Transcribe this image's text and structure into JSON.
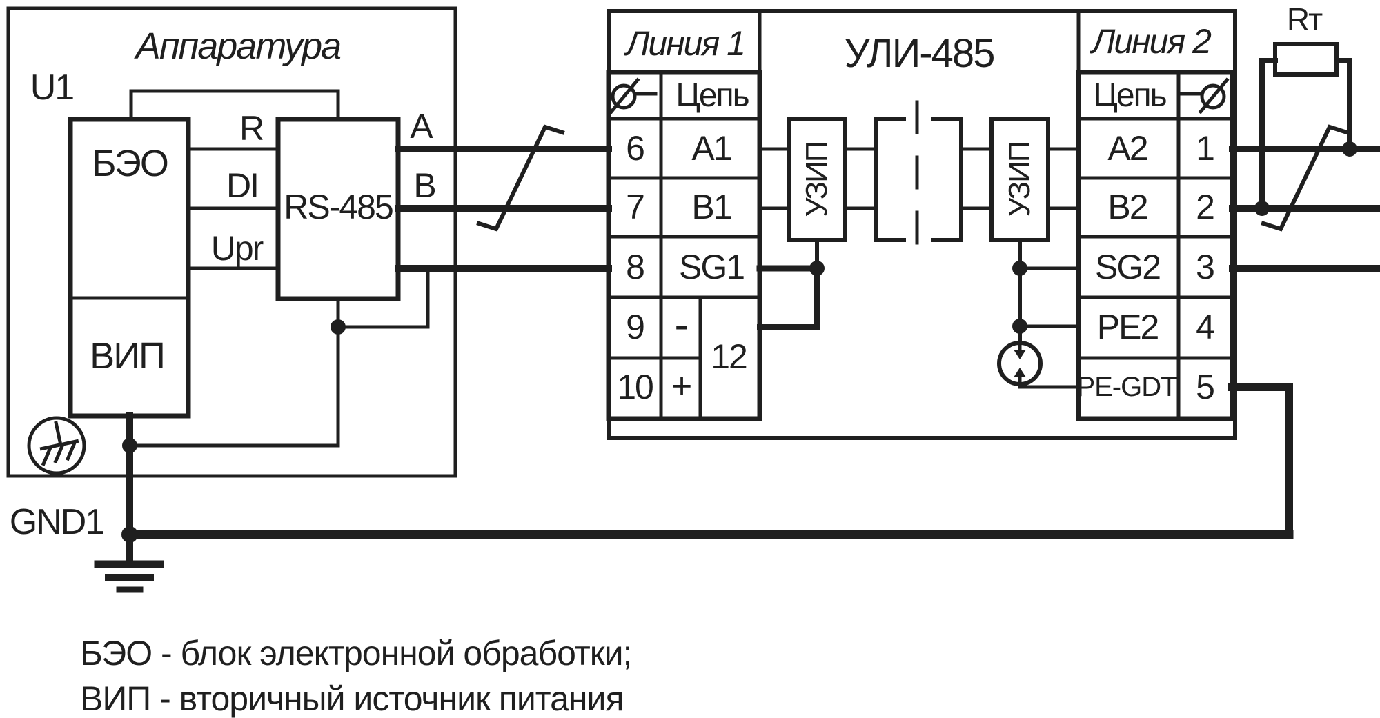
{
  "apparatus": {
    "title": "Аппаратура",
    "designator": "U1",
    "blocks": {
      "beo": "БЭО",
      "vip": "ВИП",
      "interface": "RS-485"
    },
    "signals": {
      "r": "R",
      "di": "DI",
      "upr": "Upr"
    },
    "outputs": {
      "a": "A",
      "b": "B"
    },
    "ground_label": "GND1"
  },
  "uli": {
    "title": "УЛИ-485",
    "surge_protector": "УЗИП",
    "line1": {
      "title": "Линия 1",
      "header_circuit": "Цепь",
      "rows": [
        {
          "pin": "6",
          "circuit": "A1"
        },
        {
          "pin": "7",
          "circuit": "B1"
        },
        {
          "pin": "8",
          "circuit": "SG1"
        },
        {
          "pin": "9",
          "circuit": "-"
        },
        {
          "pin": "10",
          "circuit": "+"
        }
      ],
      "merged_pin": "12"
    },
    "line2": {
      "title": "Линия 2",
      "header_circuit": "Цепь",
      "rows": [
        {
          "circuit": "A2",
          "pin": "1"
        },
        {
          "circuit": "B2",
          "pin": "2"
        },
        {
          "circuit": "SG2",
          "pin": "3"
        },
        {
          "circuit": "PE2",
          "pin": "4"
        },
        {
          "circuit": "PE-GDT",
          "pin": "5"
        }
      ]
    }
  },
  "terminator": {
    "label": "Rт"
  },
  "legend": [
    "БЭО - блок электронной обработки;",
    "ВИП - вторичный источник питания"
  ],
  "colors": {
    "ink": "#1f1f1f",
    "background": "#ffffff"
  }
}
